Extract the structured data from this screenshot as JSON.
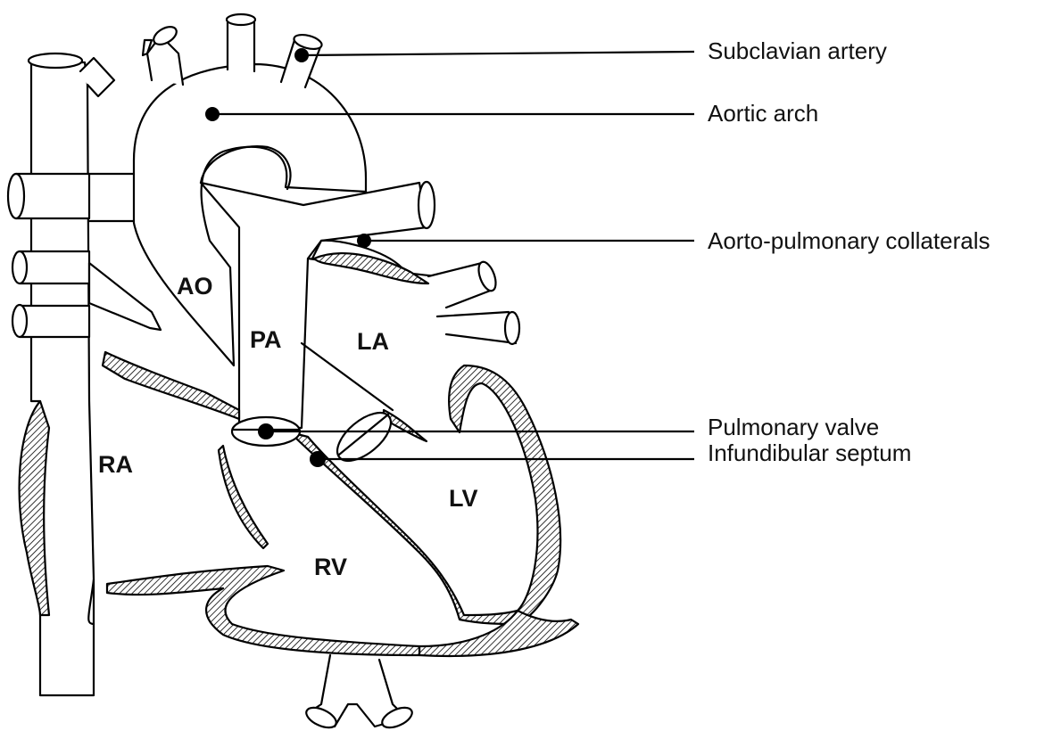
{
  "chambers": {
    "ao": "AO",
    "pa": "PA",
    "la": "LA",
    "ra": "RA",
    "lv": "LV",
    "rv": "RV"
  },
  "callouts": {
    "subclavian_artery": "Subclavian artery",
    "aortic_arch": "Aortic arch",
    "aorto_pulmonary_collaterals": "Aorto-pulmonary collaterals",
    "pulmonary_valve": "Pulmonary valve",
    "infundibular_septum": "Infundibular septum"
  },
  "colors": {
    "ink": "#000000",
    "background": "#ffffff"
  }
}
